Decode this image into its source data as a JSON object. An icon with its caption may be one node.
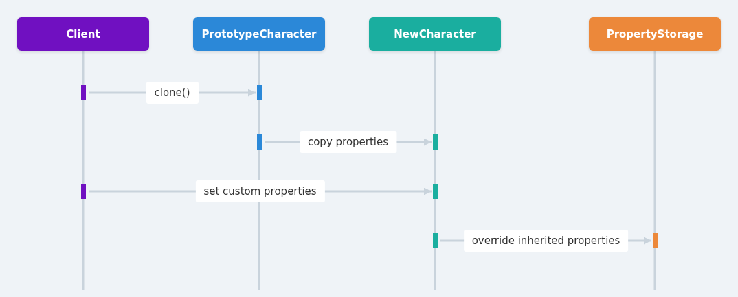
{
  "diagram": {
    "nodes": [
      {
        "text": [
          "Client"
        ]
      },
      {
        "text": [
          "PrototypeCharacter"
        ]
      },
      {
        "text": [
          "NewCharacter"
        ]
      },
      {
        "text": [
          "PropertyStorage"
        ]
      },
      {
        "text": [],
        "shape": "bar"
      },
      {
        "text": [],
        "shape": "bar"
      },
      {
        "text": [],
        "shape": "bar"
      },
      {
        "text": [],
        "shape": "bar"
      },
      {
        "text": [],
        "shape": "bar"
      },
      {
        "text": [],
        "shape": "bar"
      },
      {
        "text": [],
        "shape": "bar"
      },
      {
        "text": [],
        "shape": "bar"
      }
    ],
    "edges": [
      {
        "from": 4,
        "to": 5,
        "arrow": "to",
        "label": "clone()"
      },
      {
        "from": 6,
        "to": 7,
        "arrow": "to",
        "label": "copy properties"
      },
      {
        "from": 8,
        "to": 9,
        "arrow": "to",
        "label": "set custom properties"
      },
      {
        "from": 10,
        "to": 11,
        "arrow": "to",
        "label": "override inherited properties"
      }
    ]
  }
}
